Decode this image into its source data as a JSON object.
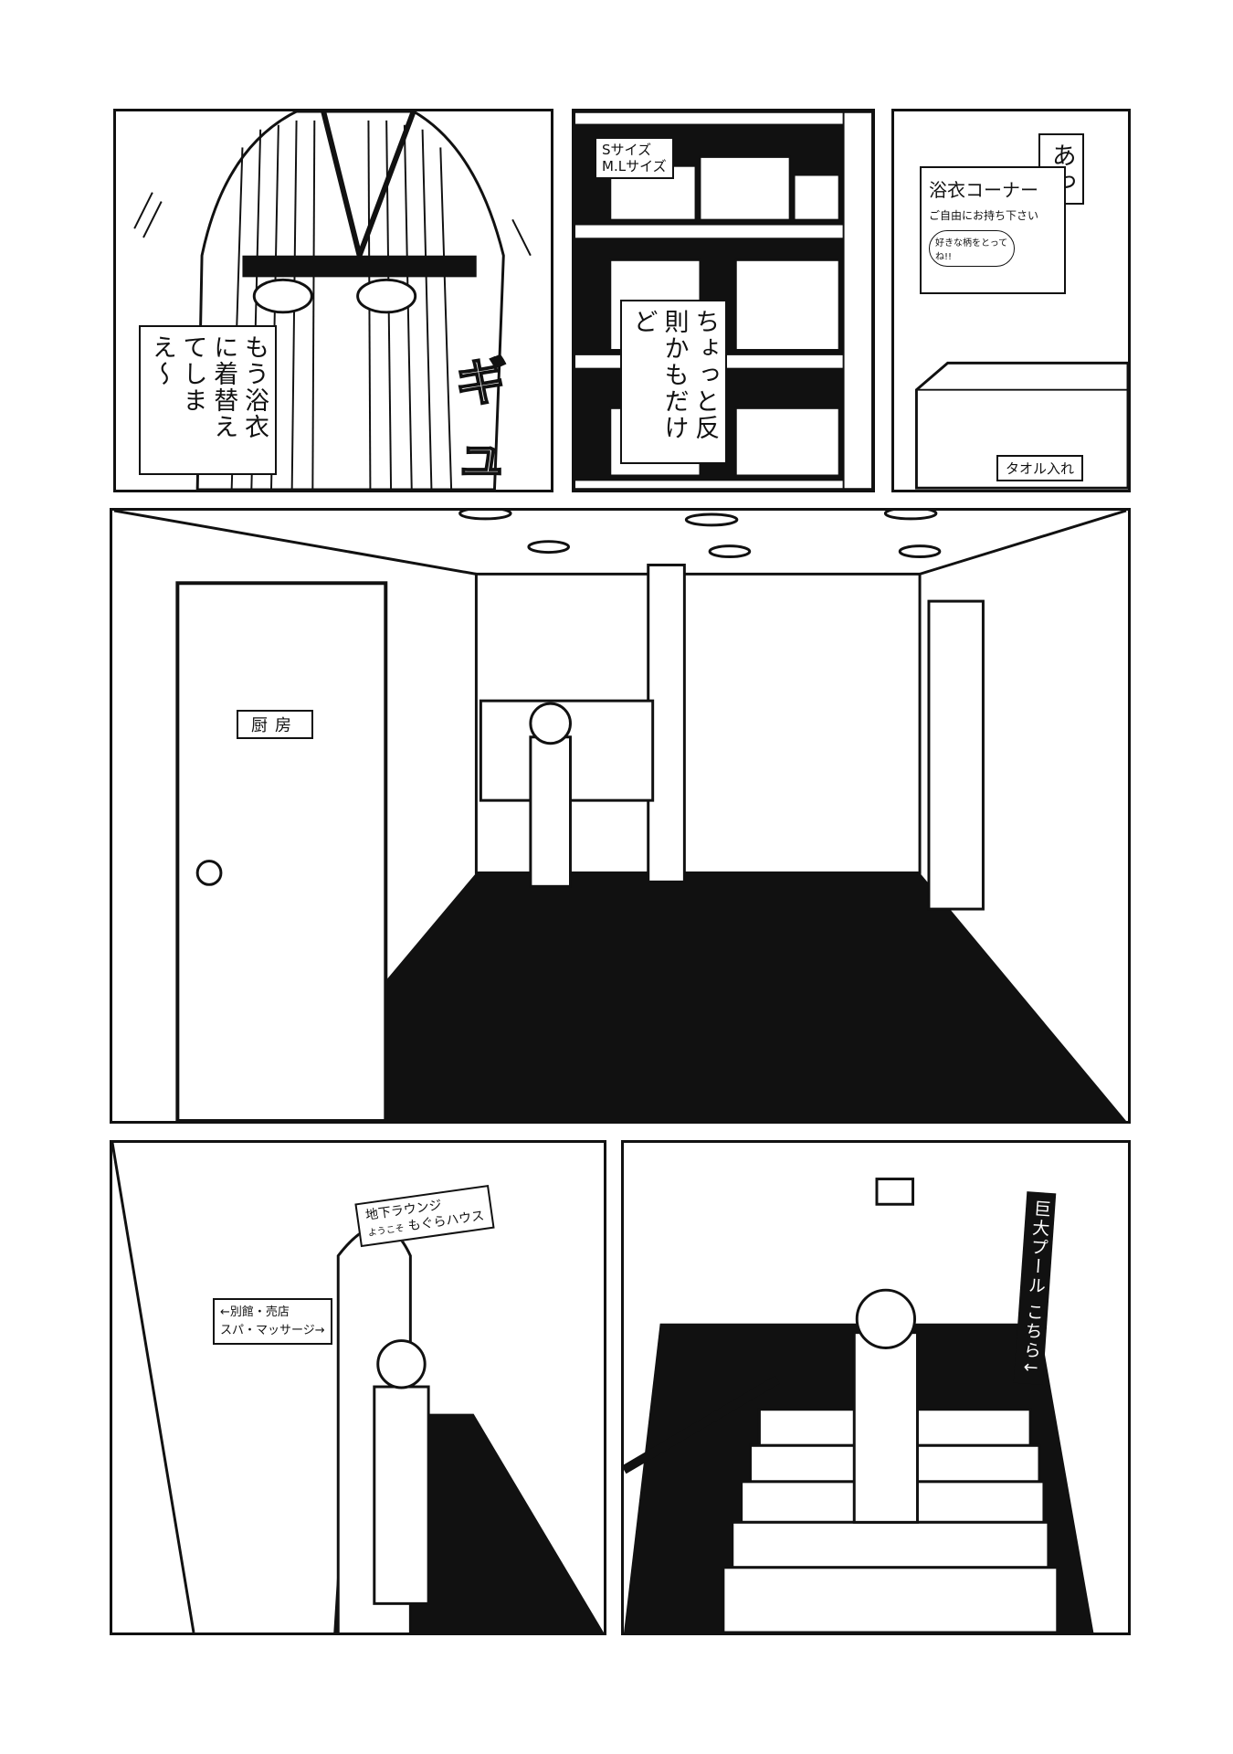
{
  "panel1": {
    "narration": "もう浴衣に着替えてしまえ〜",
    "sfx": "ギュ"
  },
  "panel2": {
    "shelf_label_s": "Sサイズ",
    "shelf_label_ml": "M.Lサイズ",
    "narration": "ちょっと反則かもだけど"
  },
  "panel3": {
    "exclaim": "あっ",
    "sign_title": "浴衣コーナー",
    "sign_line": "ご自由にお持ち下さい",
    "sign_bubble": "好きな柄をとってね!!",
    "box_label": "タオル入れ"
  },
  "panel4": {
    "door_sign": "厨房"
  },
  "panel5": {
    "lounge_line1": "地下ラウンジ",
    "lounge_welcome": "ようこそ",
    "lounge_name": "もぐらハウス",
    "direction_1": "←別館・売店",
    "direction_2": "スパ・マッサージ→"
  },
  "panel6": {
    "board_line1": "巨大プール",
    "board_line2": "こちら↓"
  }
}
